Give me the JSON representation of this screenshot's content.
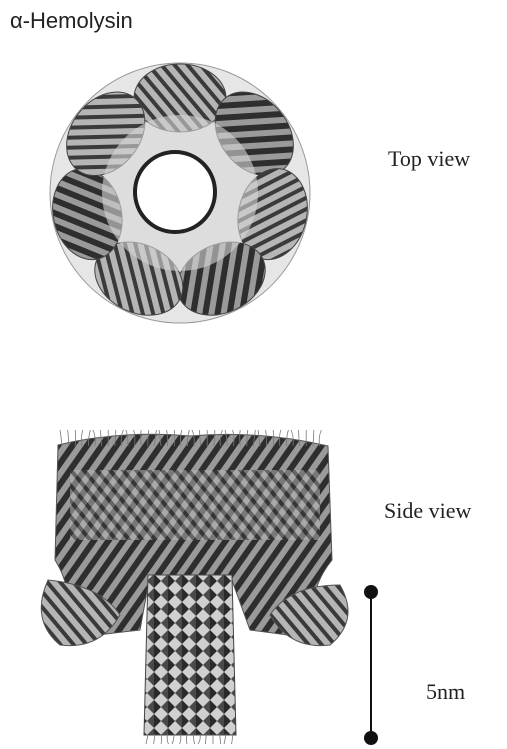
{
  "figure": {
    "title": "α-Hemolysin",
    "top_view_label": "Top view",
    "side_view_label": "Side view",
    "scale_bar_label": "5nm"
  },
  "colors": {
    "ribbon_dark": "#2a2a2a",
    "ribbon_mid": "#6a6a6a",
    "ribbon_light": "#a9a9a9",
    "background": "#ffffff"
  }
}
